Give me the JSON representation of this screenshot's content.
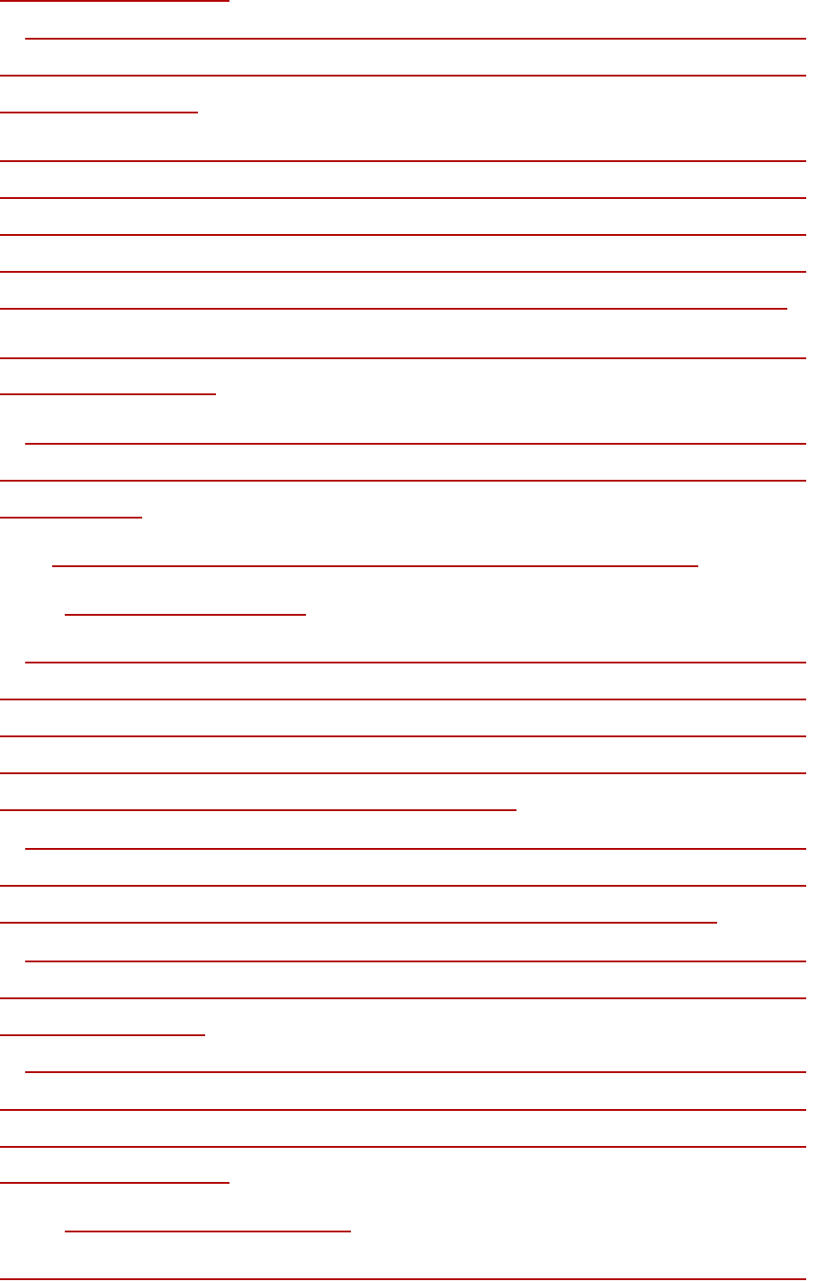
{
  "page": {
    "background_color": "#ffffff",
    "rule_color": "#b00000"
  },
  "rules": [
    {
      "id": "rule-01"
    },
    {
      "id": "rule-02"
    },
    {
      "id": "rule-03"
    },
    {
      "id": "rule-04"
    },
    {
      "id": "rule-05"
    },
    {
      "id": "rule-06"
    },
    {
      "id": "rule-07"
    },
    {
      "id": "rule-08"
    },
    {
      "id": "rule-09"
    },
    {
      "id": "rule-10"
    },
    {
      "id": "rule-11"
    },
    {
      "id": "rule-12"
    },
    {
      "id": "rule-13"
    },
    {
      "id": "rule-14"
    },
    {
      "id": "rule-15"
    },
    {
      "id": "rule-16"
    },
    {
      "id": "rule-17"
    },
    {
      "id": "rule-18"
    },
    {
      "id": "rule-19"
    },
    {
      "id": "rule-20"
    },
    {
      "id": "rule-21"
    },
    {
      "id": "rule-22"
    },
    {
      "id": "rule-23"
    },
    {
      "id": "rule-24"
    },
    {
      "id": "rule-25"
    },
    {
      "id": "rule-26"
    },
    {
      "id": "rule-27"
    },
    {
      "id": "rule-28"
    },
    {
      "id": "rule-29"
    },
    {
      "id": "rule-30"
    },
    {
      "id": "rule-31"
    },
    {
      "id": "rule-32"
    },
    {
      "id": "rule-33"
    }
  ]
}
